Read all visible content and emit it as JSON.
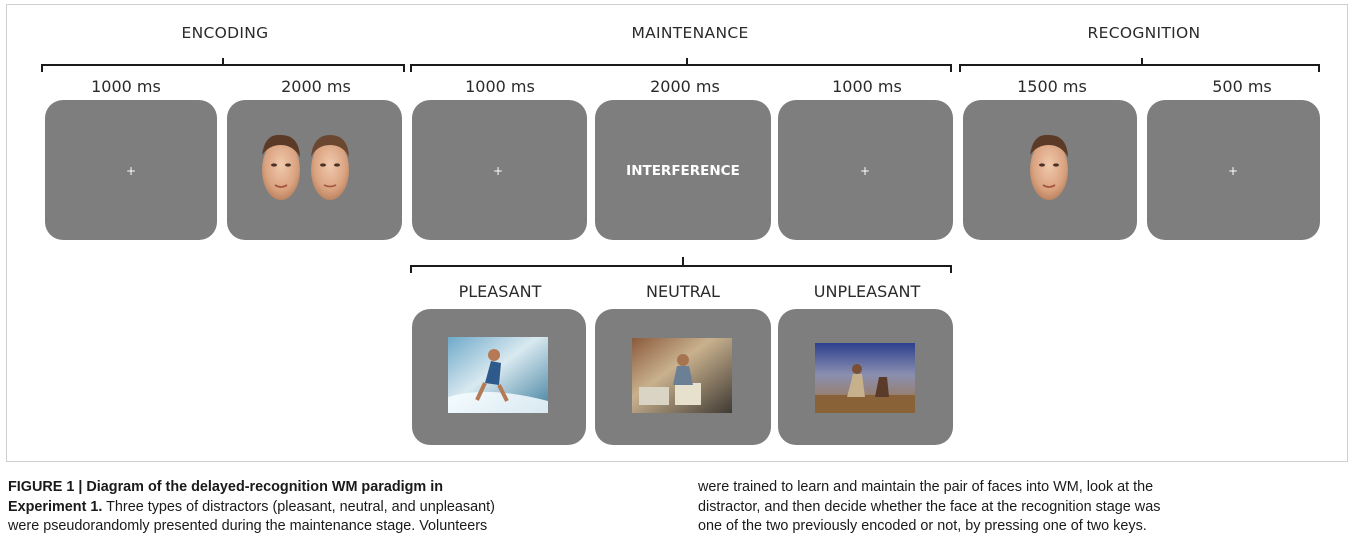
{
  "stages": {
    "encoding": "ENCODING",
    "maintenance": "MAINTENANCE",
    "recognition": "RECOGNITION"
  },
  "timings": {
    "t1": "1000 ms",
    "t2": "2000 ms",
    "t3": "1000 ms",
    "t4": "2000 ms",
    "t5": "1000 ms",
    "t6": "1500 ms",
    "t7": "500 ms"
  },
  "screens": {
    "fixation": "+",
    "interference": "INTERFERENCE"
  },
  "distractors": {
    "pleasant": "PLEASANT",
    "neutral": "NEUTRAL",
    "unpleasant": "UNPLEASANT"
  },
  "caption": {
    "label": "FIGURE 1 | Diagram of the delayed-recognition WM paradigm in",
    "label_cont": "Experiment 1.",
    "left_text_1": " Three types of distractors (pleasant, neutral, and unpleasant)",
    "left_text_2": "were pseudorandomly presented during the maintenance stage. Volunteers",
    "right_text_1": "were trained to learn and maintain the pair of faces into WM, look at the",
    "right_text_2": "distractor, and then decide whether the face at the recognition stage was",
    "right_text_3": "one of the two previously encoded or not, by pressing one of two keys."
  },
  "colors": {
    "screen": "#7e7e7e",
    "background": "#ffffff",
    "text": "#2a2a2a"
  }
}
